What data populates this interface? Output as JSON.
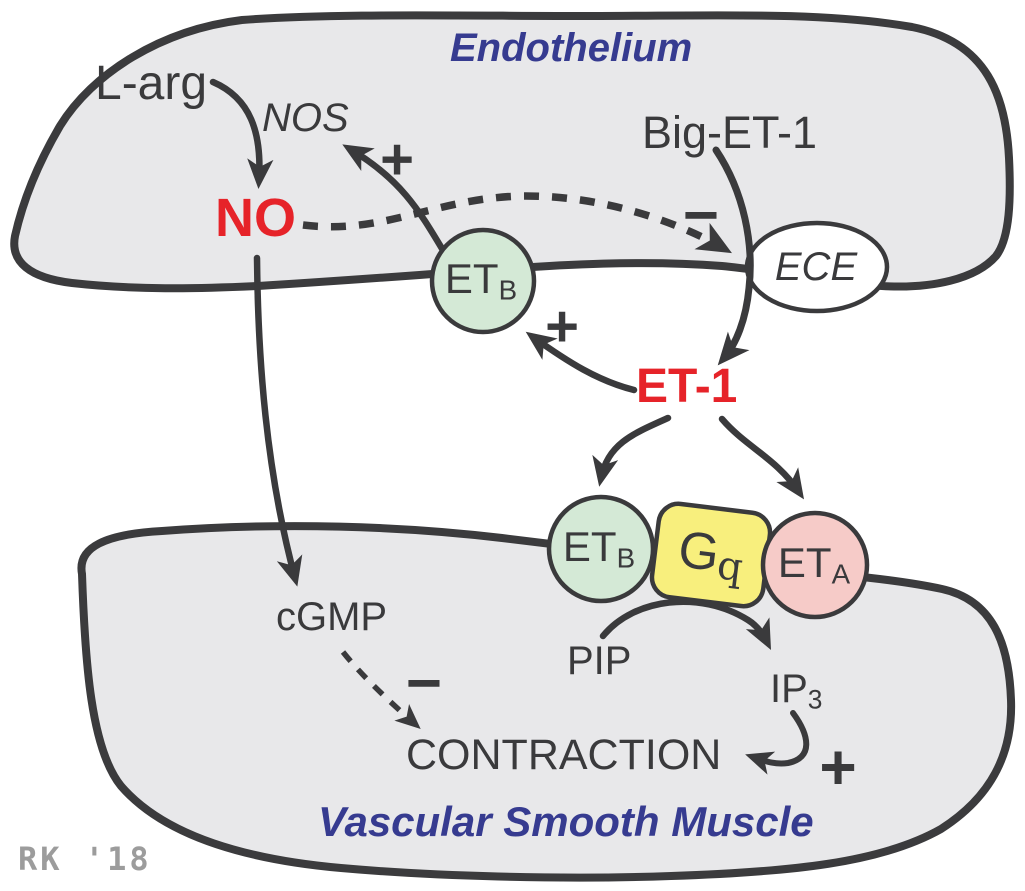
{
  "canvas": {
    "background": "#ffffff"
  },
  "palette": {
    "ink": "#3a3a3c",
    "cell_fill": "#e8e8ea",
    "cell_outline": "#3b3b3d",
    "highlight_red": "#e62329",
    "title_blue": "#363b90",
    "receptor_green": "#d4e9d6",
    "receptor_pink": "#f6cbc8",
    "g_protein_yellow": "#f8ef7d",
    "enzyme_white": "#ffffff",
    "signature_gray": "#9c9c9c"
  },
  "regions": {
    "endothelium": {
      "title": "Endothelium"
    },
    "vascular_smooth_muscle": {
      "title": "Vascular Smooth Muscle"
    }
  },
  "labels": {
    "l_arg": "L-arg",
    "nos": "NOS",
    "big_et1": "Big-ET-1",
    "no": "NO",
    "et1": "ET-1",
    "cgmp": "cGMP",
    "pip": "PIP",
    "ip3": {
      "base": "IP",
      "sub": "3"
    },
    "contraction": "CONTRACTION"
  },
  "nodes": {
    "ece": {
      "label": "ECE"
    },
    "etb_endothelial": {
      "base": "ET",
      "sub": "B"
    },
    "etb_muscle": {
      "base": "ET",
      "sub": "B"
    },
    "eta": {
      "base": "ET",
      "sub": "A"
    },
    "gq": {
      "base": "G",
      "sub": "q"
    }
  },
  "signs": {
    "nos_plus": "+",
    "etb_plus": "+",
    "contraction_plus": "+",
    "ece_minus": "−",
    "contraction_minus": "−"
  },
  "signature": "RK '18"
}
